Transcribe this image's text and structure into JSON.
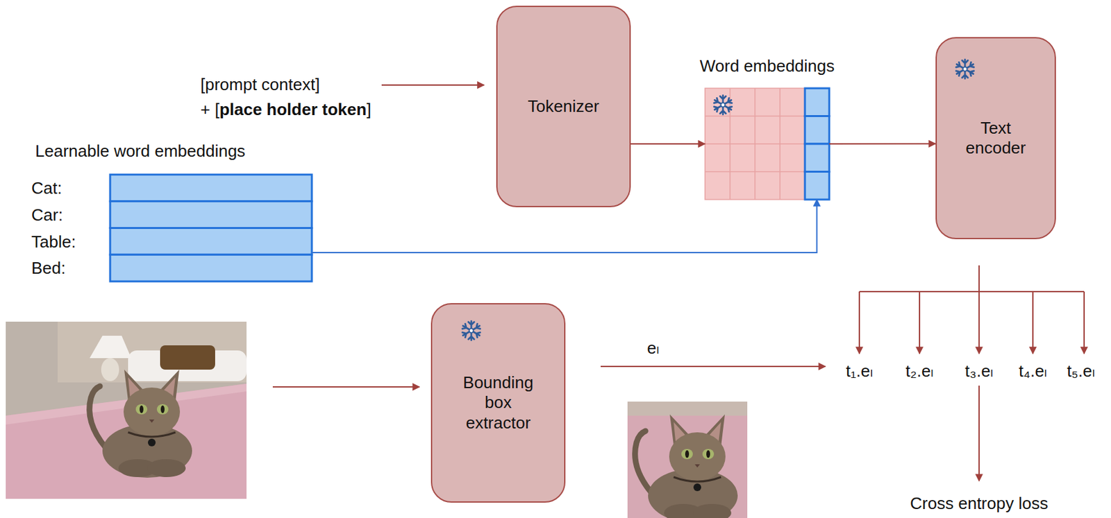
{
  "diagram": {
    "nodes": [
      {
        "text": [
          "Tokenizer"
        ]
      },
      {
        "text": [
          "Word embeddings"
        ]
      },
      {
        "text": [
          "Text encoder"
        ]
      },
      {
        "text": [
          "Learnable word embeddings",
          "Cat:",
          "Car:",
          "Table:",
          "Bed:"
        ]
      },
      {
        "text": [
          "Bounding box extractor"
        ]
      }
    ],
    "edges": [
      {
        "from": 0,
        "to": 1,
        "arrow": "to"
      },
      {
        "from": 1,
        "to": 2,
        "arrow": "to"
      },
      {
        "from": 3,
        "to": 1,
        "arrow": "to"
      }
    ],
    "labels": [
      "[prompt context]",
      "+ [",
      "place holder token",
      "]",
      "eₗ",
      "t₁.eₗ",
      "t₂.eₗ",
      "t₃.eₗ",
      "t₄.eₗ",
      "t₅.eₗ",
      "Cross entropy loss"
    ]
  }
}
